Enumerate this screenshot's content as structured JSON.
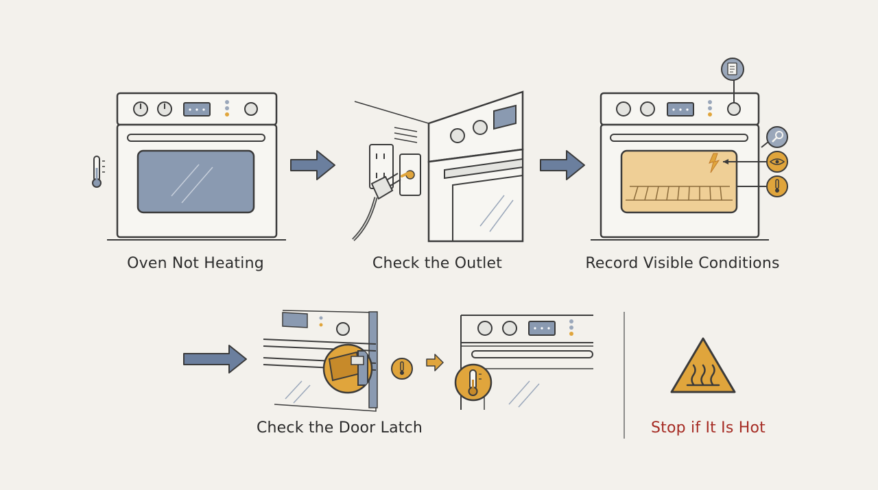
{
  "steps": [
    {
      "label": "Oven Not Heating"
    },
    {
      "label": "Check the Outlet"
    },
    {
      "label": "Record Visible Conditions"
    },
    {
      "label": "Check the Door Latch"
    },
    {
      "label": "Stop if It Is Hot"
    }
  ],
  "colors": {
    "background": "#f3f1ec",
    "line": "#3a3a3a",
    "arrow": "#6b7f9e",
    "accent": "#e0a53c",
    "window": "#8a9ab1",
    "warning_text": "#a52a22"
  },
  "icons": [
    "thermometer-icon",
    "document-icon",
    "magnifier-icon",
    "eye-icon",
    "hot-surface-warning-icon"
  ]
}
